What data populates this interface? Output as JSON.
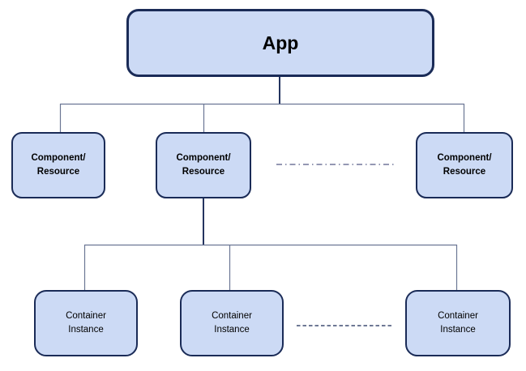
{
  "diagram": {
    "app": {
      "label": "App"
    },
    "components": [
      {
        "line1": "Component/",
        "line2": "Resource"
      },
      {
        "line1": "Component/",
        "line2": "Resource"
      },
      {
        "line1": "Component/",
        "line2": "Resource"
      }
    ],
    "containers": [
      {
        "line1": "Container",
        "line2": "Instance"
      },
      {
        "line1": "Container",
        "line2": "Instance"
      },
      {
        "line1": "Container",
        "line2": "Instance"
      }
    ],
    "colors": {
      "canvas_bg": "#ffffff",
      "box_fill": "#ccdaf5",
      "box_border": "#1a2b57",
      "connector_dark": "#24345f",
      "connector_light": "#6b7694",
      "divider_dashdot": "#70779a",
      "divider_dashed": "#3e4b72"
    }
  }
}
